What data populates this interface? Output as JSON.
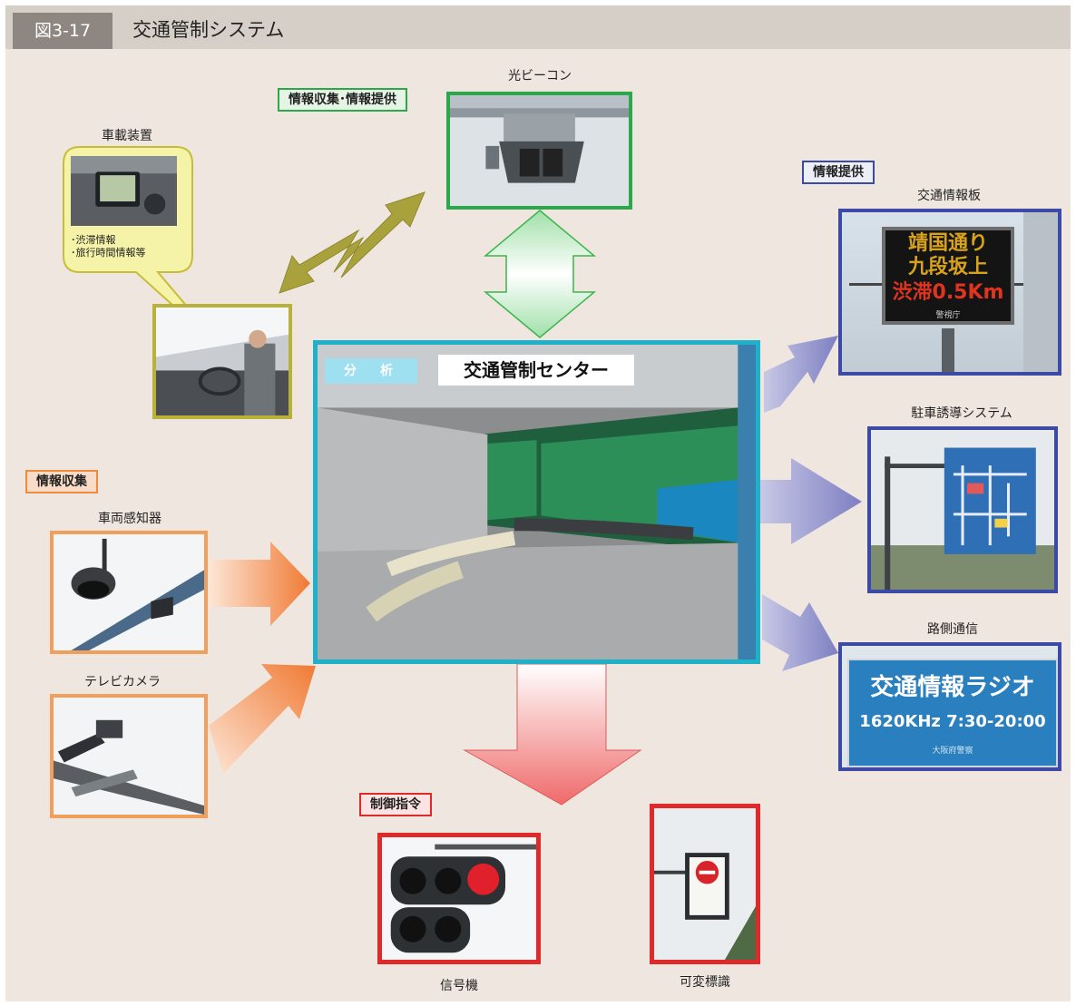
{
  "header": {
    "fig_label": "図3-17",
    "title": "交通管制システム"
  },
  "center": {
    "analysis_tag": "分　析",
    "title": "交通管制センター"
  },
  "tags": {
    "top": "情報収集･情報提供",
    "right": "情報提供",
    "left": "情報収集",
    "bottom": "制御指令"
  },
  "captions": {
    "optical_beacon": "光ビーコン",
    "onboard_device": "車載装置",
    "traffic_info_board": "交通情報板",
    "parking_guidance": "駐車誘導システム",
    "roadside_comm": "路側通信",
    "vehicle_detector": "車両感知器",
    "tv_camera": "テレビカメラ",
    "signal": "信号機",
    "variable_sign": "可変標識"
  },
  "bubble": {
    "line1": "･渋滞情報",
    "line2": "･旅行時間情報等"
  },
  "signboard": {
    "line1": "靖国通り",
    "line2": "九段坂上",
    "line3": "渋滞0.5Km",
    "footer": "警視庁"
  },
  "radio_sign": {
    "line1": "交通情報ラジオ",
    "line2": "1620KHz 7:30-20:00",
    "footer": "大阪府警察"
  },
  "colors": {
    "green": "#2aa84a",
    "blue": "#3c4aa5",
    "orange": "#f08a3c",
    "red": "#e02a2a",
    "cyan": "#1fb1c9",
    "olive": "#b8b23a",
    "background": "#efe7df"
  }
}
